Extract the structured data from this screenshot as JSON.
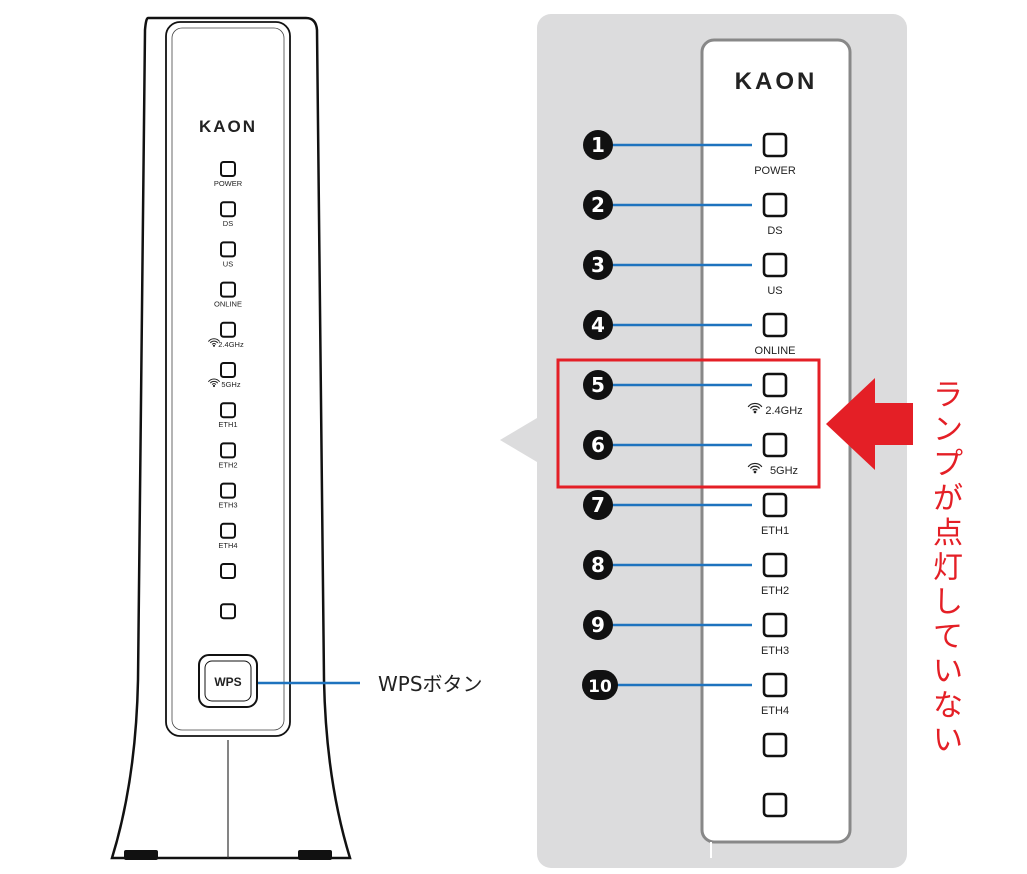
{
  "brand": "KAON",
  "device_leds": [
    {
      "label": "POWER"
    },
    {
      "label": "DS"
    },
    {
      "label": "US"
    },
    {
      "label": "ONLINE"
    },
    {
      "label": "2.4GHz",
      "wifi": true
    },
    {
      "label": "5GHz",
      "wifi": true
    },
    {
      "label": "ETH1"
    },
    {
      "label": "ETH2"
    },
    {
      "label": "ETH3"
    },
    {
      "label": "ETH4"
    },
    {
      "label": ""
    },
    {
      "label": ""
    }
  ],
  "wps_button": "WPS",
  "wps_callout": "WPSボタン",
  "zoom_leds": [
    {
      "num": "1",
      "label": "POWER"
    },
    {
      "num": "2",
      "label": "DS"
    },
    {
      "num": "3",
      "label": "US"
    },
    {
      "num": "4",
      "label": "ONLINE"
    },
    {
      "num": "5",
      "label": "2.4GHz",
      "wifi": true
    },
    {
      "num": "6",
      "label": "5GHz",
      "wifi": true
    },
    {
      "num": "7",
      "label": "ETH1"
    },
    {
      "num": "8",
      "label": "ETH2"
    },
    {
      "num": "9",
      "label": "ETH3"
    },
    {
      "num": "10",
      "label": "ETH4"
    },
    {
      "num": "",
      "label": ""
    },
    {
      "num": "",
      "label": ""
    }
  ],
  "annotation": "ランプが点灯していない",
  "colors": {
    "highlight": "#e41f26",
    "leader_line": "#1e73be",
    "zoom_bg": "#dcdcdd",
    "device_outline": "#111111"
  },
  "icons": {
    "wifi": "wifi-icon",
    "arrow": "arrow-left-icon",
    "power": "power-icon"
  }
}
